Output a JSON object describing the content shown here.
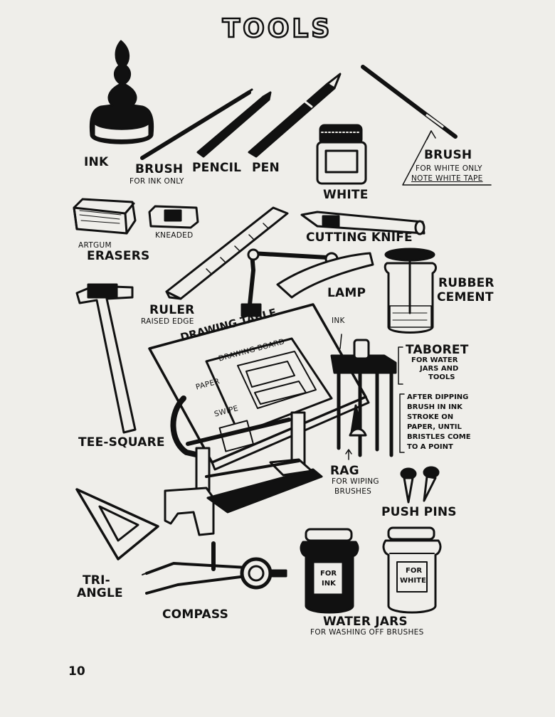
{
  "title": "TOOLS",
  "page_number": "10",
  "labels": {
    "ink": "INK",
    "brush": "BRUSH",
    "brush_note": "FOR INK ONLY",
    "pencil": "PENCIL",
    "pen": "PEN",
    "white": "WHITE",
    "brush_white": "BRUSH",
    "brush_white_note1": "FOR WHITE ONLY",
    "brush_white_note2": "NOTE WHITE TAPE",
    "artgum": "ARTGUM",
    "kneaded": "KNEADED",
    "erasers": "ERASERS",
    "cutting_knife": "CUTTING KNIFE",
    "lamp": "LAMP",
    "rubber": "RUBBER",
    "cement": "CEMENT",
    "ruler": "RULER",
    "ruler_note": "RAISED EDGE",
    "drawing_table": "DRAWING TABLE",
    "drawing_board": "DRAWING BOARD",
    "paper": "PAPER",
    "swipe": "SWIPE",
    "ink_small": "INK",
    "taboret": "TABORET",
    "taboret_note1": "FOR WATER",
    "taboret_note2": "JARS AND",
    "taboret_note3": "TOOLS",
    "dip_note1": "AFTER DIPPING",
    "dip_note2": "BRUSH IN INK",
    "dip_note3": "STROKE ON",
    "dip_note4": "PAPER, UNTIL",
    "dip_note5": "BRISTLES COME",
    "dip_note6": "TO A POINT",
    "tee_square": "TEE-SQUARE",
    "rag": "RAG",
    "rag_note1": "FOR WIPING",
    "rag_note2": "BRUSHES",
    "push_pins": "PUSH PINS",
    "triangle1": "TRI-",
    "triangle2": "ANGLE",
    "compass": "COMPASS",
    "jar_ink1": "FOR",
    "jar_ink2": "INK",
    "jar_white1": "FOR",
    "jar_white2": "WHITE",
    "water_jars": "WATER JARS",
    "water_jars_note": "FOR WASHING OFF BRUSHES"
  }
}
